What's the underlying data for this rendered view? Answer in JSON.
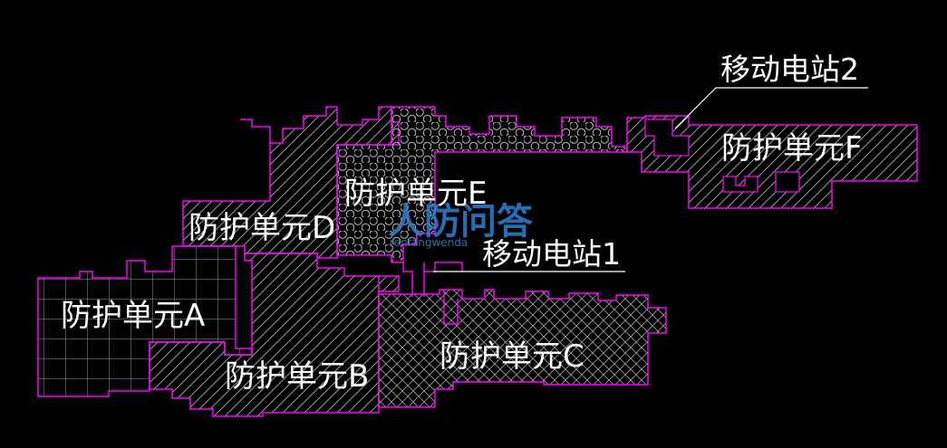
{
  "colors": {
    "background": "#000000",
    "outline": "#ff00ff",
    "hatch": "#bdbdbd",
    "label": "#ffffff"
  },
  "labels": {
    "unit_a": "防护单元A",
    "unit_b": "防护单元B",
    "unit_c": "防护单元C",
    "unit_d": "防护单元D",
    "unit_e": "防护单元E",
    "unit_f": "防护单元F",
    "station_1": "移动电站1",
    "station_2": "移动电站2"
  },
  "watermark": {
    "title": "人防问答",
    "subtitle": "renfangwenda"
  }
}
